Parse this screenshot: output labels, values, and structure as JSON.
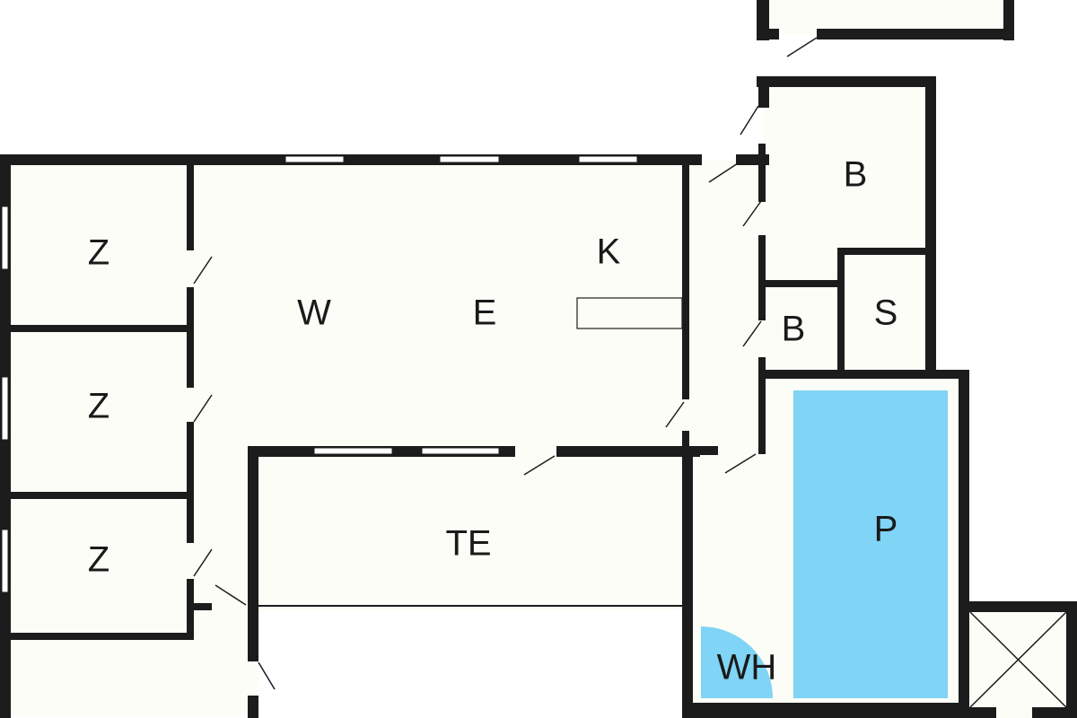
{
  "plan": {
    "rooms": [
      {
        "id": "z1",
        "label": "Z"
      },
      {
        "id": "z2",
        "label": "Z"
      },
      {
        "id": "z3",
        "label": "Z"
      },
      {
        "id": "w",
        "label": "W"
      },
      {
        "id": "e",
        "label": "E"
      },
      {
        "id": "k",
        "label": "K"
      },
      {
        "id": "b1",
        "label": "B"
      },
      {
        "id": "b2",
        "label": "B"
      },
      {
        "id": "s",
        "label": "S"
      },
      {
        "id": "te",
        "label": "TE"
      },
      {
        "id": "p",
        "label": "P"
      },
      {
        "id": "wh",
        "label": "WH"
      }
    ],
    "colors": {
      "wall": "#1c1c1c",
      "floor": "#fdfdf7",
      "pool": "#80d4f5"
    }
  }
}
